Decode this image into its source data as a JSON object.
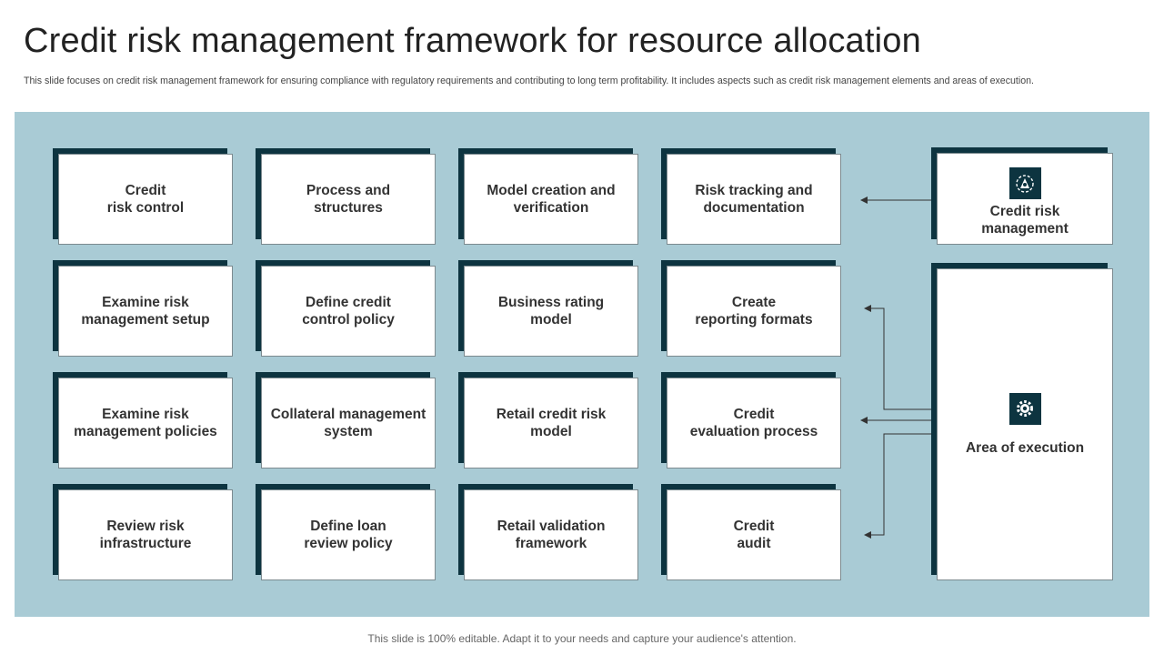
{
  "header": {
    "title": "Credit risk management framework for resource allocation",
    "description": "This slide focuses on credit risk management framework for ensuring compliance with regulatory requirements and contributing to long term profitability. It includes aspects such as credit risk management elements and areas of execution."
  },
  "grid": {
    "rows": [
      [
        "Credit\nrisk control",
        "Process and\nstructures",
        "Model creation and\nverification",
        "Risk tracking and\ndocumentation"
      ],
      [
        "Examine risk\nmanagement setup",
        "Define credit\ncontrol policy",
        "Business rating\nmodel",
        "Create\nreporting formats"
      ],
      [
        "Examine risk\nmanagement policies",
        "Collateral management\nsystem",
        "Retail credit risk\nmodel",
        "Credit\nevaluation process"
      ],
      [
        "Review risk\ninfrastructure",
        "Define loan\nreview policy",
        "Retail validation\nframework",
        "Credit\naudit"
      ]
    ]
  },
  "side": {
    "credit_risk_management": {
      "label": "Credit risk\nmanagement",
      "icon": "analysis-icon"
    },
    "area_of_execution": {
      "label": "Area of execution",
      "icon": "gear-icon"
    }
  },
  "footer": {
    "note": "This slide is 100% editable. Adapt it to your needs and capture your audience's attention."
  },
  "colors": {
    "panel": "#a9cbd5",
    "accent_dark": "#0d3440",
    "card": "#ffffff"
  }
}
